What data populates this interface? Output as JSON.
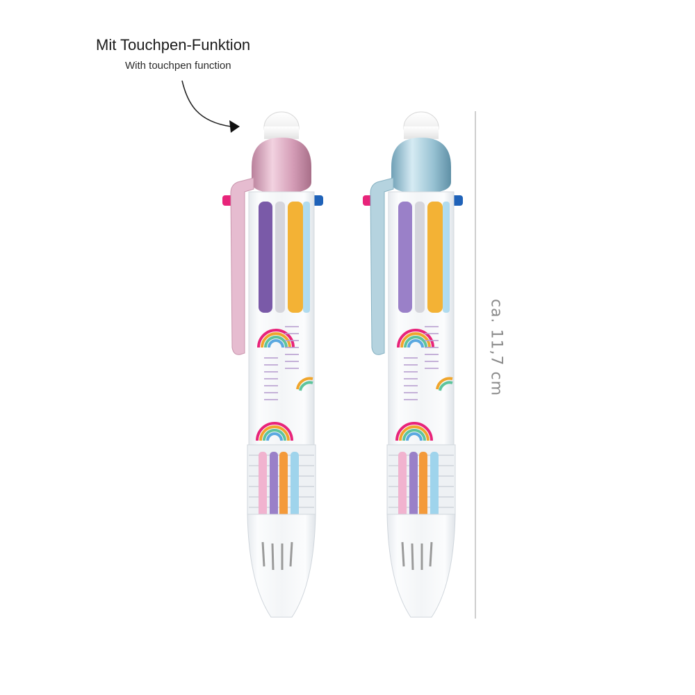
{
  "annotation": {
    "title": "Mit Touchpen-Funktion",
    "subtitle": "With touchpen function"
  },
  "dimension": {
    "label": "ca. 11,7 cm"
  },
  "pens": [
    {
      "name": "pink",
      "cap_color": "#d9a3bd",
      "clip_color": "#e6bcd0"
    },
    {
      "name": "blue",
      "cap_color": "#9cc3d3",
      "clip_color": "#b5d3df"
    }
  ],
  "ink_colors": [
    "#e8247a",
    "#7a5aa8",
    "#f0a52c",
    "#1f62b8",
    "#f1b3cf",
    "#9fd4ec"
  ]
}
